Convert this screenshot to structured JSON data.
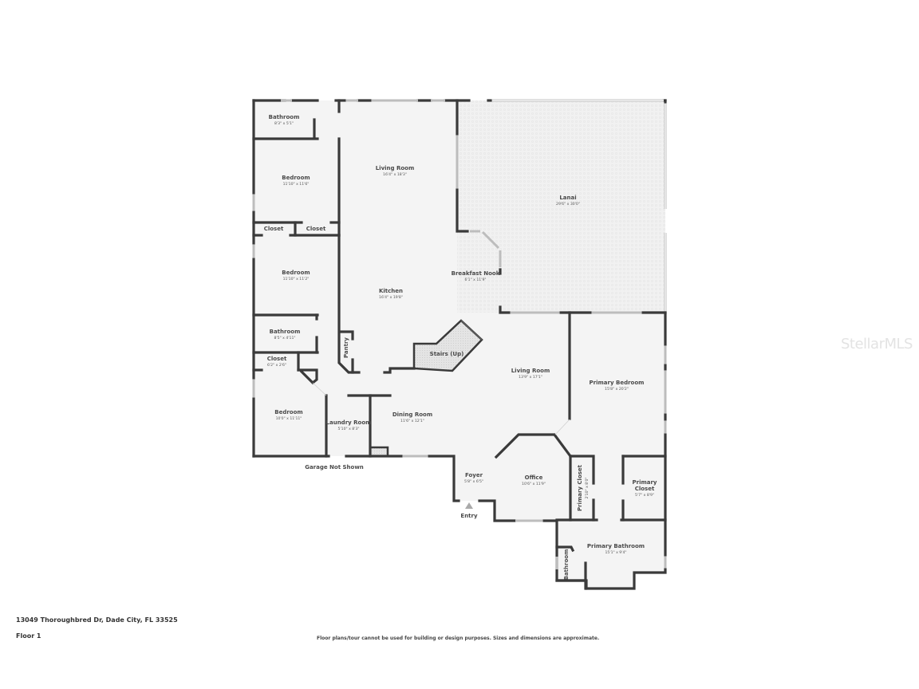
{
  "listing": {
    "address": "13049 Thoroughbred Dr, Dade City, FL 33525",
    "floor_label": "Floor 1",
    "disclaimer": "Floor plans/tour cannot be used for building or design purposes. Sizes and dimensions are approximate.",
    "watermark": "StellarMLS"
  },
  "rooms": {
    "bathroom_nw": {
      "name": "Bathroom",
      "dims": "8'3\" x 5'1\""
    },
    "bedroom_1": {
      "name": "Bedroom",
      "dims": "11'10\" x 11'6\""
    },
    "closet_a": {
      "name": "Closet"
    },
    "closet_b": {
      "name": "Closet"
    },
    "bedroom_2": {
      "name": "Bedroom",
      "dims": "11'10\" x 11'2\""
    },
    "bathroom_w": {
      "name": "Bathroom",
      "dims": "8'5\" x 4'11\""
    },
    "closet_c": {
      "name": "Closet",
      "dims": "6'2\" x 2'6\""
    },
    "bedroom_3": {
      "name": "Bedroom",
      "dims": "10'0\" x 11'11\""
    },
    "laundry": {
      "name": "Laundry Room",
      "dims": "5'10\" x 8'3\""
    },
    "dining": {
      "name": "Dining Room",
      "dims": "11'6\" x 12'1\""
    },
    "living_1": {
      "name": "Living Room",
      "dims": "16'4\" x 18'3\""
    },
    "kitchen": {
      "name": "Kitchen",
      "dims": "16'4\" x 19'8\""
    },
    "pantry": {
      "name": "Pantry"
    },
    "stairs": {
      "name": "Stairs (Up)"
    },
    "breakfast": {
      "name": "Breakfast Nook",
      "dims": "6'1\" x 11'9\""
    },
    "lanai": {
      "name": "Lanai",
      "dims": "29'6\" x 30'0\""
    },
    "living_2": {
      "name": "Living Room",
      "dims": "13'9\" x 17'1\""
    },
    "primary_bedroom": {
      "name": "Primary Bedroom",
      "dims": "15'8\" x 20'2\""
    },
    "foyer": {
      "name": "Foyer",
      "dims": "5'8\" x 6'5\""
    },
    "office": {
      "name": "Office",
      "dims": "10'6\" x 11'9\""
    },
    "primary_closet_1": {
      "name": "Primary Closet",
      "dims": "2'10\" x 8'0\""
    },
    "primary_closet_2": {
      "name_line1": "Primary",
      "name_line2": "Closet",
      "dims": "5'7\" x 8'9\""
    },
    "primary_bath": {
      "name": "Primary Bathroom",
      "dims": "15'1\" x 9'4\""
    },
    "bathroom_s": {
      "name": "Bathroom"
    }
  },
  "labels": {
    "garage": "Garage Not Shown",
    "entry": "Entry"
  },
  "colors": {
    "wall": "#3a3a3a",
    "floor": "#f4f4f4",
    "window": "#bdbdbd",
    "stairs": "#dcdcdc",
    "text": "#4a4a4a"
  }
}
